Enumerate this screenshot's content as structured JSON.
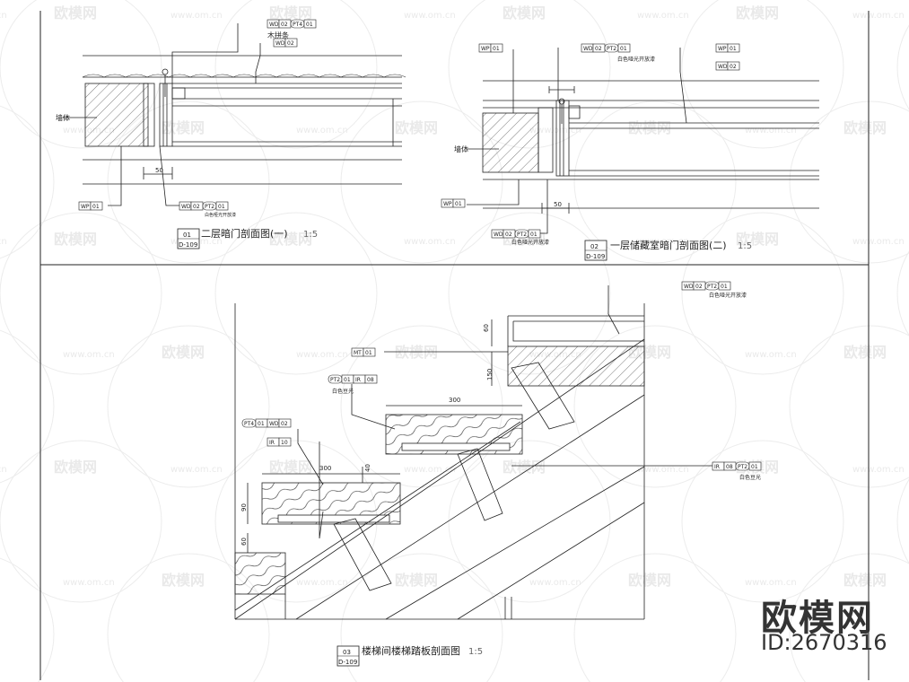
{
  "drawing": {
    "details": [
      {
        "number": "01",
        "sheet": "D-109",
        "title": "二层暗门剖面图(一)",
        "scale": "1:5"
      },
      {
        "number": "02",
        "sheet": "D-109",
        "title": "一层储藏室暗门剖面图(二)",
        "scale": "1:5"
      },
      {
        "number": "03",
        "sheet": "D-109",
        "title": "楼梯间楼梯踏板剖面图",
        "scale": "1:5"
      }
    ],
    "tags": {
      "d1_top": [
        "WD",
        "02",
        "PT4",
        "01"
      ],
      "d1_top_note": "木拼条",
      "d1_second": [
        "WD",
        "02"
      ],
      "d1_left": [
        "WP",
        "01"
      ],
      "d1_bottom": [
        "WD",
        "02",
        "PT2",
        "01"
      ],
      "d1_bottom_note": "白色哑光开放漆",
      "d1_wall_label": "墙体",
      "d1_dim": "50",
      "d2_left_top": [
        "WP",
        "01"
      ],
      "d2_mid_top": [
        "WD",
        "02",
        "PT2",
        "01"
      ],
      "d2_mid_note": "白色哑光开放漆",
      "d2_right_top1": [
        "WP",
        "01"
      ],
      "d2_right_top2": [
        "WD",
        "02"
      ],
      "d2_wall_label": "墙体",
      "d2_left": [
        "WP",
        "01"
      ],
      "d2_bottom": [
        "WD",
        "02",
        "PT2",
        "01"
      ],
      "d2_bottom_note": "白色哑光开放漆",
      "d2_dim": "50",
      "d3_top": [
        "WD",
        "02",
        "PT2",
        "01"
      ],
      "d3_top_note": "白色哑光开放漆",
      "d3_mt": [
        "MT",
        "01"
      ],
      "d3_pt_ir": [
        "PT2",
        "01",
        "IR",
        "08"
      ],
      "d3_pt_ir_note": "白色豆光",
      "d3_pt4_wd": [
        "PT4",
        "01",
        "WD",
        "02"
      ],
      "d3_ir10": [
        "IR",
        "10"
      ],
      "d3_right": [
        "IR",
        "08",
        "PT2",
        "01"
      ],
      "d3_right_note": "白色豆光",
      "d3_dims": [
        "60",
        "150",
        "300",
        "300",
        "40",
        "90",
        "60"
      ]
    }
  },
  "watermark": {
    "text": "欧模网",
    "url": "www.om.cn"
  },
  "brand": {
    "name": "欧模网",
    "id": "ID:2670316"
  }
}
